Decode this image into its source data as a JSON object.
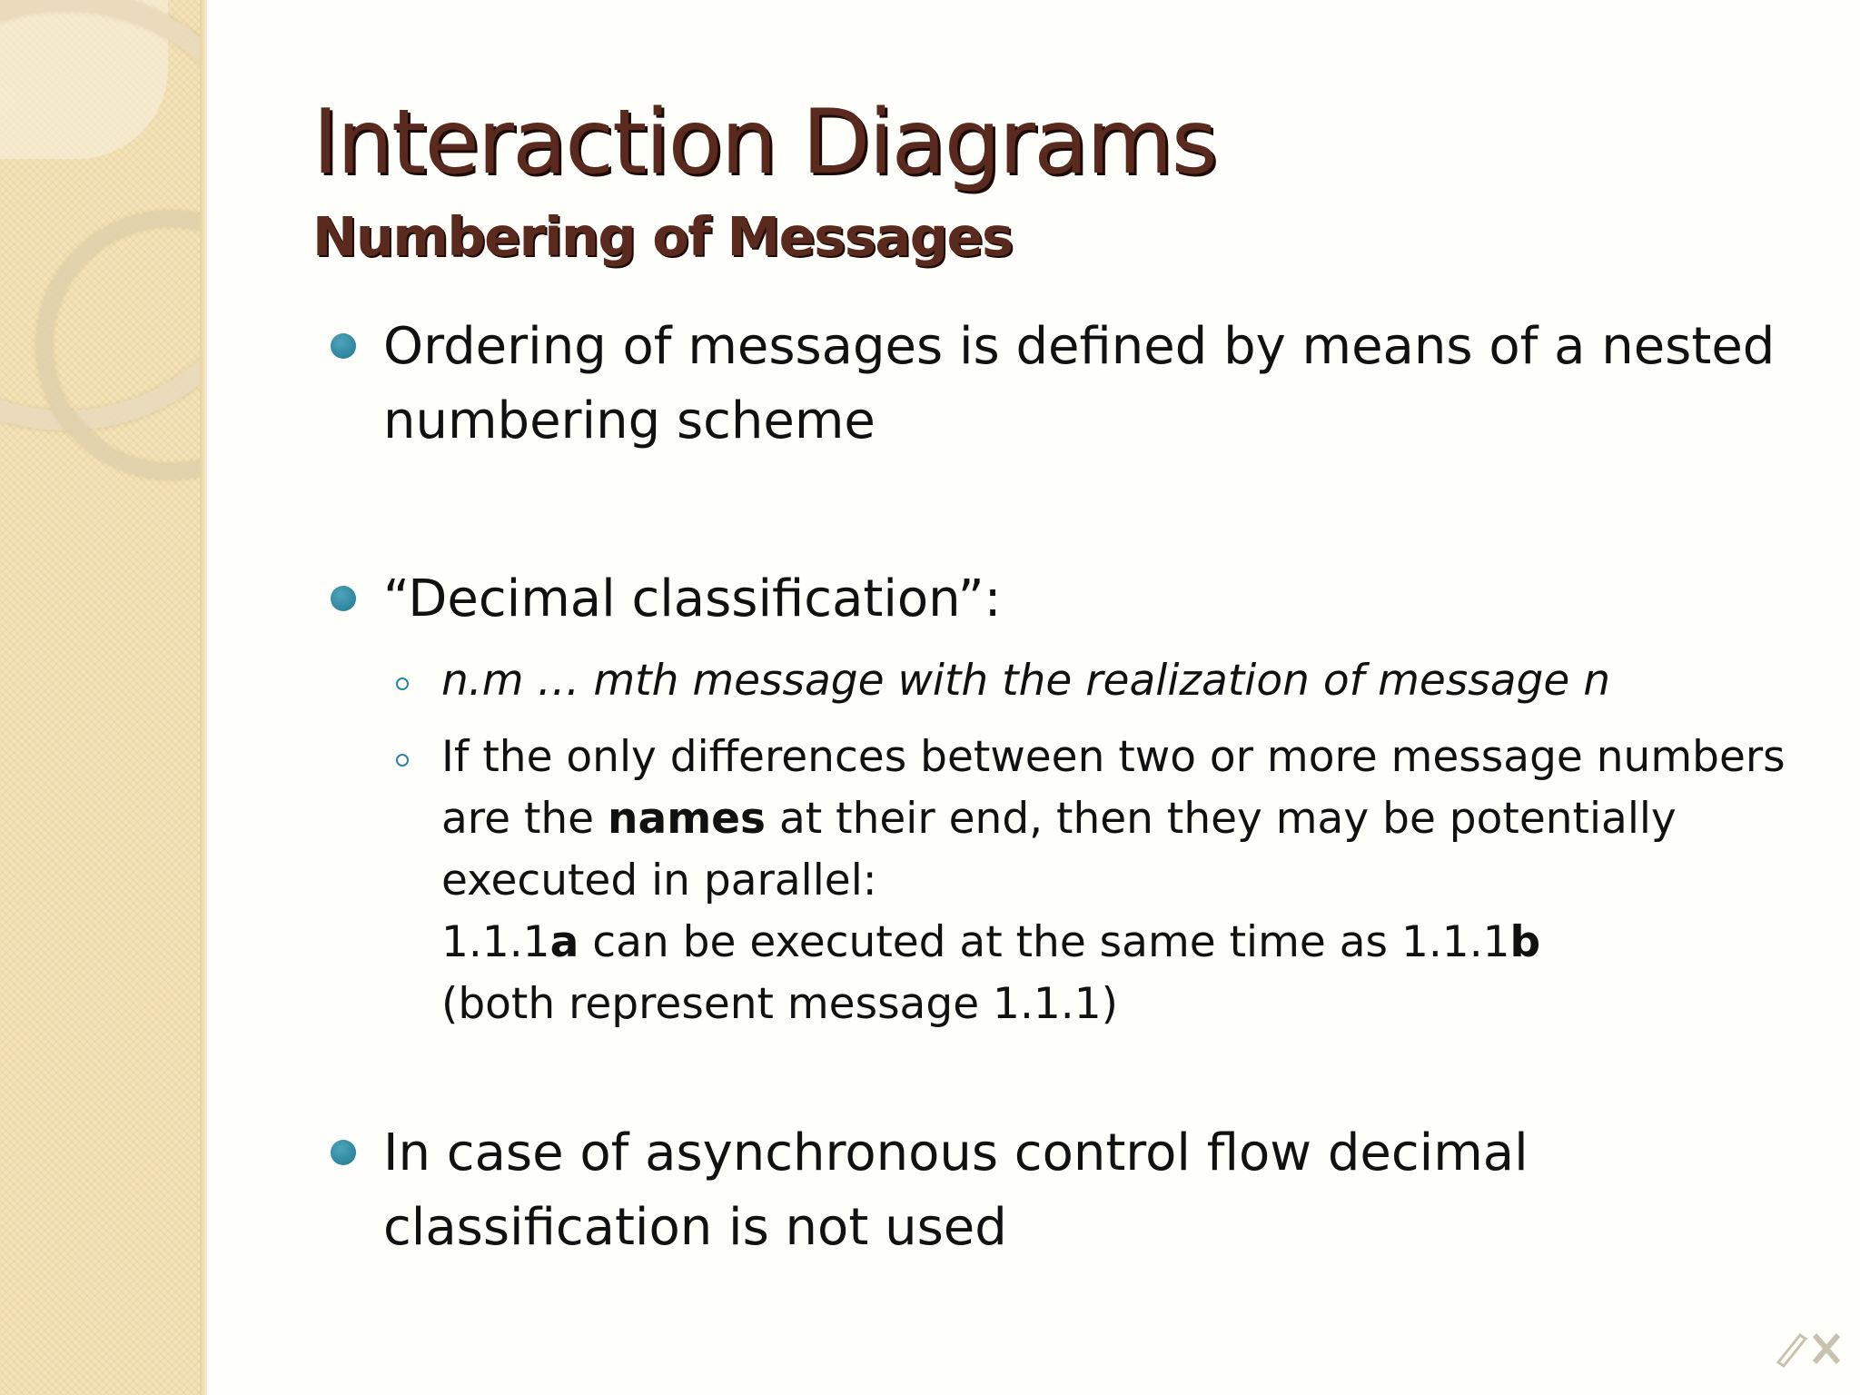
{
  "slide": {
    "title": "Interaction Diagrams",
    "subtitle": "Numbering of Messages"
  },
  "bullets": {
    "b1": {
      "line1": "Ordering of messages is defined by means of a nested",
      "line2": "numbering scheme"
    },
    "b2": {
      "text": "“Decimal classification”:",
      "sub1": "n.m … mth message with the realization of message n",
      "sub2": {
        "line1": "If the only differences between two or more message numbers",
        "line2_pre": "are the ",
        "line2_bold": "names",
        "line2_post": " at their end, then they may be potentially",
        "line3": "executed in parallel:",
        "line4_a": "1.1.1",
        "line4_a_bold": "a",
        "line4_mid": " can be executed at the same time as 1.1.1",
        "line4_b_bold": "b",
        "line5": "(both represent message 1.1.1)"
      }
    },
    "b3": {
      "line1": "In case of asynchronous control flow decimal",
      "line2": "classification is not used"
    }
  },
  "decor": {
    "sidebar_color": "#f4e3b8",
    "title_color": "#5a2a1e",
    "bullet_color": "#2a86a0",
    "watermark_icon": "pen-logo-icon"
  }
}
